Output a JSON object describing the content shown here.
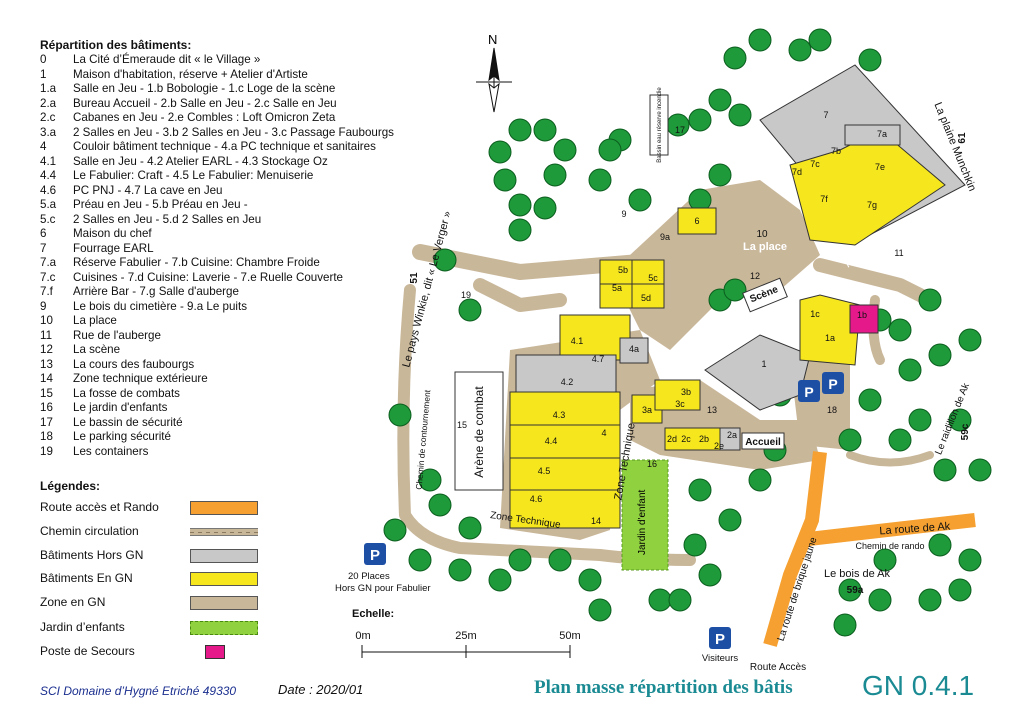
{
  "buildings_title": "Répartition des bâtiments:",
  "buildings": [
    {
      "num": "0",
      "label": "La Cité d’Émeraude dit « le Village »"
    },
    {
      "num": "1",
      "label": "Maison d'habitation, réserve + Atelier d'Artiste"
    },
    {
      "num": "1.a",
      "label": "Salle en Jeu - 1.b Bobologie - 1.c Loge de la scène"
    },
    {
      "num": "2.a",
      "label": "Bureau Accueil - 2.b Salle en Jeu - 2.c Salle en Jeu"
    },
    {
      "num": "2.c",
      "label": "Cabanes en Jeu - 2.e Combles : Loft Omicron Zeta"
    },
    {
      "num": "3.a",
      "label": "2 Salles en Jeu - 3.b 2 Salles en Jeu - 3.c Passage Faubourgs"
    },
    {
      "num": "4",
      "label": "Couloir bâtiment technique - 4.a PC technique et sanitaires"
    },
    {
      "num": "4.1",
      "label": "Salle en Jeu - 4.2 Atelier EARL - 4.3 Stockage Oz"
    },
    {
      "num": "4.4",
      "label": "Le Fabulier: Craft - 4.5 Le Fabulier: Menuiserie"
    },
    {
      "num": "4.6",
      "label": "PC PNJ - 4.7 La cave en Jeu"
    },
    {
      "num": "5.a",
      "label": "Préau en Jeu - 5.b Préau en Jeu -"
    },
    {
      "num": "5.c",
      "label": "2 Salles en Jeu - 5.d 2 Salles en Jeu"
    },
    {
      "num": "6",
      "label": "Maison du chef"
    },
    {
      "num": "7",
      "label": "Fourrage EARL"
    },
    {
      "num": "7.a",
      "label": "Réserve Fabulier - 7.b Cuisine: Chambre Froide"
    },
    {
      "num": "7.c",
      "label": "Cuisines - 7.d Cuisine: Laverie - 7.e Ruelle Couverte"
    },
    {
      "num": "7.f",
      "label": "Arrière Bar - 7.g Salle d'auberge"
    },
    {
      "num": "9",
      "label": "Le bois du cimetière - 9.a Le puits"
    },
    {
      "num": "10",
      "label": "La place"
    },
    {
      "num": "11",
      "label": "Rue de l'auberge"
    },
    {
      "num": "12",
      "label": "La scène"
    },
    {
      "num": "13",
      "label": "La cours des faubourgs"
    },
    {
      "num": "14",
      "label": "Zone technique extérieure"
    },
    {
      "num": "15",
      "label": "La fosse de combats"
    },
    {
      "num": "16",
      "label": "Le jardin d'enfants"
    },
    {
      "num": "17",
      "label": "Le bassin de sécurité"
    },
    {
      "num": "18",
      "label": "Le parking sécurité"
    },
    {
      "num": "19",
      "label": "Les containers"
    }
  ],
  "legend_title": "Légendes:",
  "legend": [
    {
      "label": "Route accès et Rando",
      "color": "#f5a030"
    },
    {
      "label": "Chemin circulation",
      "color": "#c9b79a"
    },
    {
      "label": "Bâtiments Hors GN",
      "color": "#c8c8c8"
    },
    {
      "label": "Bâtiments En GN",
      "color": "#f6e61e"
    },
    {
      "label": "Zone en GN",
      "color": "#c9b79a"
    },
    {
      "label": "Jardin d’enfants",
      "color": "#8fd13f"
    },
    {
      "label": "Poste de Secours",
      "color": "#e6198a"
    }
  ],
  "map": {
    "north": "N",
    "la_place": "La place",
    "place_num": "10",
    "rue_auberge": "Rue de l'Auberge",
    "plaine": "La plaine Munchkin",
    "pays_winkie": "Le pays Winkie, dit « Le Verger »",
    "chemin_contournement": "Chemin de contournement",
    "arene": "Arène de combat",
    "zone_technique": "Zone Technique",
    "zone_technique_bottom": "Zone Technique",
    "jardin": "Jardin d'enfant",
    "accueil": "Accueil",
    "scene": "Scène",
    "raidillon": "Le raidillon de Ak",
    "route_ak": "La route de Ak",
    "chemin_rando": "Chemin de rando",
    "bois_ak": "Le bois de Ak",
    "brique_jaune": "La route de brique jaune",
    "route_acces": "Route Accès",
    "parking_20_line1": "20 Places",
    "parking_20_line2": "Hors GN pour Fabulier",
    "parking_visiteurs": "Visiteurs",
    "parking_letter": "P",
    "bassin": "Bassin eau réserve incendie",
    "marker_51": "51",
    "marker_61": "61",
    "marker_59c": "59c",
    "marker_59a": "59a",
    "num_7": "7",
    "num_7a": "7a",
    "num_7b": "7b",
    "num_7c": "7c",
    "num_7d": "7d",
    "num_7e": "7e",
    "num_7f": "7f",
    "num_7g": "7g",
    "num_6": "6",
    "num_9": "9",
    "num_9a": "9a",
    "num_11": "11",
    "num_12": "12",
    "num_13": "13",
    "num_14": "14",
    "num_15": "15",
    "num_16": "16",
    "num_17": "17",
    "num_18": "18",
    "num_19": "19",
    "num_1": "1",
    "num_1a": "1a",
    "num_1b": "1b",
    "num_1c": "1c",
    "num_2a": "2a",
    "num_2b": "2b",
    "num_2c": "2c",
    "num_2d": "2d",
    "num_2e": "2e",
    "num_3a": "3a",
    "num_3b": "3b",
    "num_3c": "3c",
    "num_4": "4",
    "num_41": "4.1",
    "num_42": "4.2",
    "num_43": "4.3",
    "num_44": "4.4",
    "num_45": "4.5",
    "num_46": "4.6",
    "num_47": "4.7",
    "num_4a": "4a",
    "num_5a": "5a",
    "num_5b": "5b",
    "num_5c": "5c",
    "num_5d": "5d"
  },
  "scale": {
    "title": "Echelle:",
    "labels": [
      "0m",
      "25m",
      "50m"
    ]
  },
  "footer": {
    "company": "SCI Domaine d’Hygné Etriché 49330",
    "date": "Date : 2020/01",
    "title": "Plan masse répartition des bâtis",
    "code": "GN 0.4.1"
  }
}
